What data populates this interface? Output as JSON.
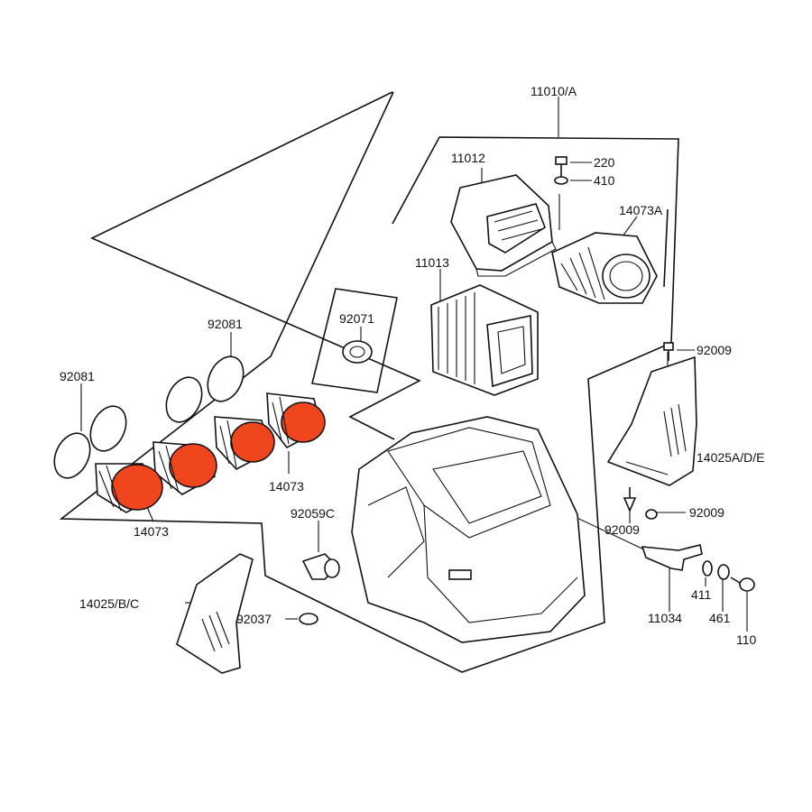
{
  "labels": {
    "p11010A": "11010/A",
    "p11012": "11012",
    "p220": "220",
    "p410": "410",
    "p14073A": "14073A",
    "p11013": "11013",
    "p92071": "92071",
    "p92081a": "92081",
    "p92081b": "92081",
    "p92009a": "92009",
    "p14025ADE": "14025A/D/E",
    "p14073a": "14073",
    "p14073b": "14073",
    "p92059C": "92059C",
    "p92009b": "92009",
    "p92009c": "92009",
    "p14025BC": "14025/B/C",
    "p92037": "92037",
    "p411": "411",
    "p461": "461",
    "p11034": "11034",
    "p110": "110"
  },
  "colors": {
    "highlight": "#f0461e",
    "ink": "#111111"
  }
}
